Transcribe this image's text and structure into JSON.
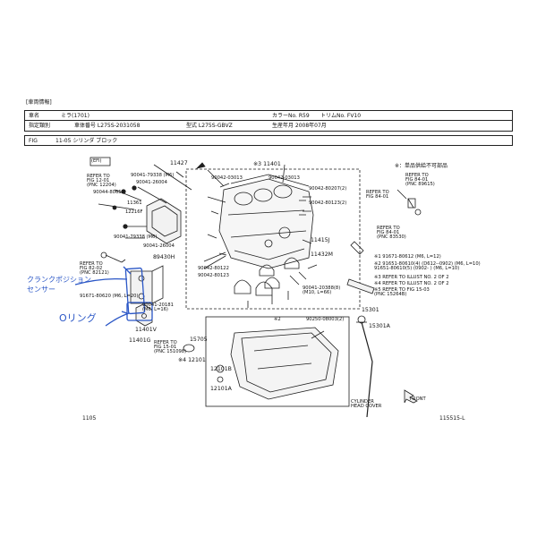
{
  "header": {
    "section_title": "[車両情報]",
    "row_model": {
      "label": "車名",
      "value": "ミラ(1701)",
      "color_label": "カラーNo. R59",
      "trim_label": "トリムNo. FV10"
    },
    "row_spec": {
      "label": "指定類別",
      "frame_label": "車体番号 L275S-2031058",
      "type_label": "型式 L275S-GBVZ",
      "date_label": "生産年月 2008年07月"
    },
    "row_fig": {
      "label": "FIG",
      "value": "11-05 シリンダ ブロック"
    }
  },
  "diagram": {
    "notice": "※：単品供給不可部品",
    "efi_badge": "(EFI)",
    "page_no": "1105",
    "drawing_no": "115515-L",
    "labels": [
      {
        "id": "11427",
        "text": "11427",
        "size": "b"
      },
      {
        "id": "note-ref-11401",
        "text": "※3 11401",
        "size": "b"
      },
      {
        "id": "90041-79338",
        "text": "90041-79338 (M6)",
        "size": "s"
      },
      {
        "id": "90041-26004-a",
        "text": "90041-26004",
        "size": "s"
      },
      {
        "id": "90044-80652",
        "text": "90044-80652",
        "size": "s"
      },
      {
        "id": "ref-12-01",
        "text": "REFER TO\nFIG 12-01\n(PNC 12204)",
        "size": "s"
      },
      {
        "id": "11361",
        "text": "11361",
        "size": "s"
      },
      {
        "id": "12216F",
        "text": "12216F",
        "size": "s"
      },
      {
        "id": "90041-79338-b",
        "text": "90041-79338 (M6)",
        "size": "s"
      },
      {
        "id": "90041-26004-b",
        "text": "90041-26004",
        "size": "s"
      },
      {
        "id": "89430H",
        "text": "89430H",
        "size": "b"
      },
      {
        "id": "ref-82-02",
        "text": "REFER TO\nFIG 82-02\n(PNC 82121)",
        "size": "s"
      },
      {
        "id": "91671-80620",
        "text": "91671-80620 (M6, L=20)",
        "size": "s"
      },
      {
        "id": "90041-20181",
        "text": "90041-20181\n(M6, L=16)",
        "size": "s"
      },
      {
        "id": "11401V",
        "text": "11401V",
        "size": "b"
      },
      {
        "id": "11401G",
        "text": "11401G",
        "size": "b"
      },
      {
        "id": "90042-03013-a",
        "text": "90042-03013",
        "size": "s"
      },
      {
        "id": "90042-03013-b",
        "text": "90042-03013",
        "size": "s"
      },
      {
        "id": "90042-80207",
        "text": "90042-80207(2)",
        "size": "s"
      },
      {
        "id": "90042-80123-a",
        "text": "90042-80123(2)",
        "size": "s"
      },
      {
        "id": "ref-84-01-a",
        "text": "REFER TO\nFIG 84-01",
        "size": "s"
      },
      {
        "id": "ref-89615",
        "text": "REFER TO\nFIG 84-01\n(PNC 89615)",
        "size": "s"
      },
      {
        "id": "ref-83530",
        "text": "REFER TO\nFIG 84-01\n(PNC 83530)",
        "size": "s"
      },
      {
        "id": "11415J",
        "text": "11415J",
        "size": "b"
      },
      {
        "id": "11432M",
        "text": "11432M",
        "size": "b"
      },
      {
        "id": "90042-80122",
        "text": "90042-80122",
        "size": "s"
      },
      {
        "id": "90042-80123-b",
        "text": "90042-80123",
        "size": "s"
      },
      {
        "id": "90041-20388",
        "text": "90041-20388(8)\n(M10, L=66)",
        "size": "s"
      },
      {
        "id": "note-12",
        "text": "※1 91671-80612 (M6, L=12)",
        "size": "s"
      },
      {
        "id": "note-2",
        "text": "※2 91651-80610(4) (D612--0902) (M6, L=10)\n91651-80610(5) (0902- ) (M6, L=10)",
        "size": "s"
      },
      {
        "id": "note-3",
        "text": "※3 REFER TO ILLUST NO. 2 OF 2",
        "size": "s"
      },
      {
        "id": "note-4",
        "text": "※4 REFER TO ILLUST NO. 2 OF 2",
        "size": "s"
      },
      {
        "id": "note-5",
        "text": "※5 REFER TO FIG 15-03\n(PNC 15264B)",
        "size": "s"
      },
      {
        "id": "15301",
        "text": "15301",
        "size": "b"
      },
      {
        "id": "15301A",
        "text": "15301A",
        "size": "b"
      },
      {
        "id": "note-2-b",
        "text": "※2",
        "size": "s"
      },
      {
        "id": "90250-08003",
        "text": "90250-08003(2)",
        "size": "s"
      },
      {
        "id": "15705",
        "text": "15705",
        "size": "b"
      },
      {
        "id": "ref-15-01",
        "text": "REFER TO\nFIG 15-01\n(PNC 151098)",
        "size": "s"
      },
      {
        "id": "note-4-12101",
        "text": "※4 12101",
        "size": "b"
      },
      {
        "id": "12101B",
        "text": "12101B",
        "size": "b"
      },
      {
        "id": "12101A",
        "text": "12101A",
        "size": "b"
      },
      {
        "id": "cyl-head-cover",
        "text": "CYLINDER\nHEAD COVER",
        "size": "s"
      },
      {
        "id": "front",
        "text": "FRONT",
        "size": "s"
      }
    ]
  },
  "handwritten": {
    "crank_sensor": "クランクポジション\nセンサー",
    "o_ring": "Oリング"
  },
  "colors": {
    "line": "#1e1e1e",
    "ink_blue": "#2a56c6",
    "paper": "#ffffff"
  }
}
